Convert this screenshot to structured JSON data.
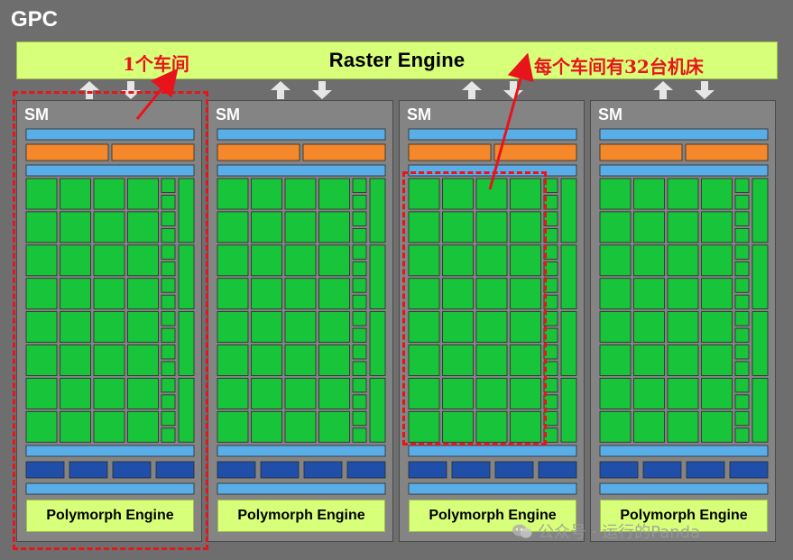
{
  "gpc": {
    "title": "GPC"
  },
  "raster_engine": {
    "label": "Raster Engine"
  },
  "sms": [
    {
      "label": "SM",
      "engine": "Polymorph Engine"
    },
    {
      "label": "SM",
      "engine": "Polymorph Engine"
    },
    {
      "label": "SM",
      "engine": "Polymorph Engine"
    },
    {
      "label": "SM",
      "engine": "Polymorph Engine"
    }
  ],
  "annotations": {
    "one_workshop": "1个车间",
    "machines_per_workshop": "每个车间有32台机床"
  },
  "watermark": {
    "text": "公众号 · 运行的Panda"
  },
  "colors": {
    "background": "#6e6e6e",
    "sm_fill": "#848484",
    "engine_fill": "#d7ff7a",
    "core_green": "#18c43a",
    "light_blue": "#5aaee8",
    "orange": "#f5882a",
    "dark_blue": "#1f4fa8",
    "annotation_red": "#e8141b"
  }
}
